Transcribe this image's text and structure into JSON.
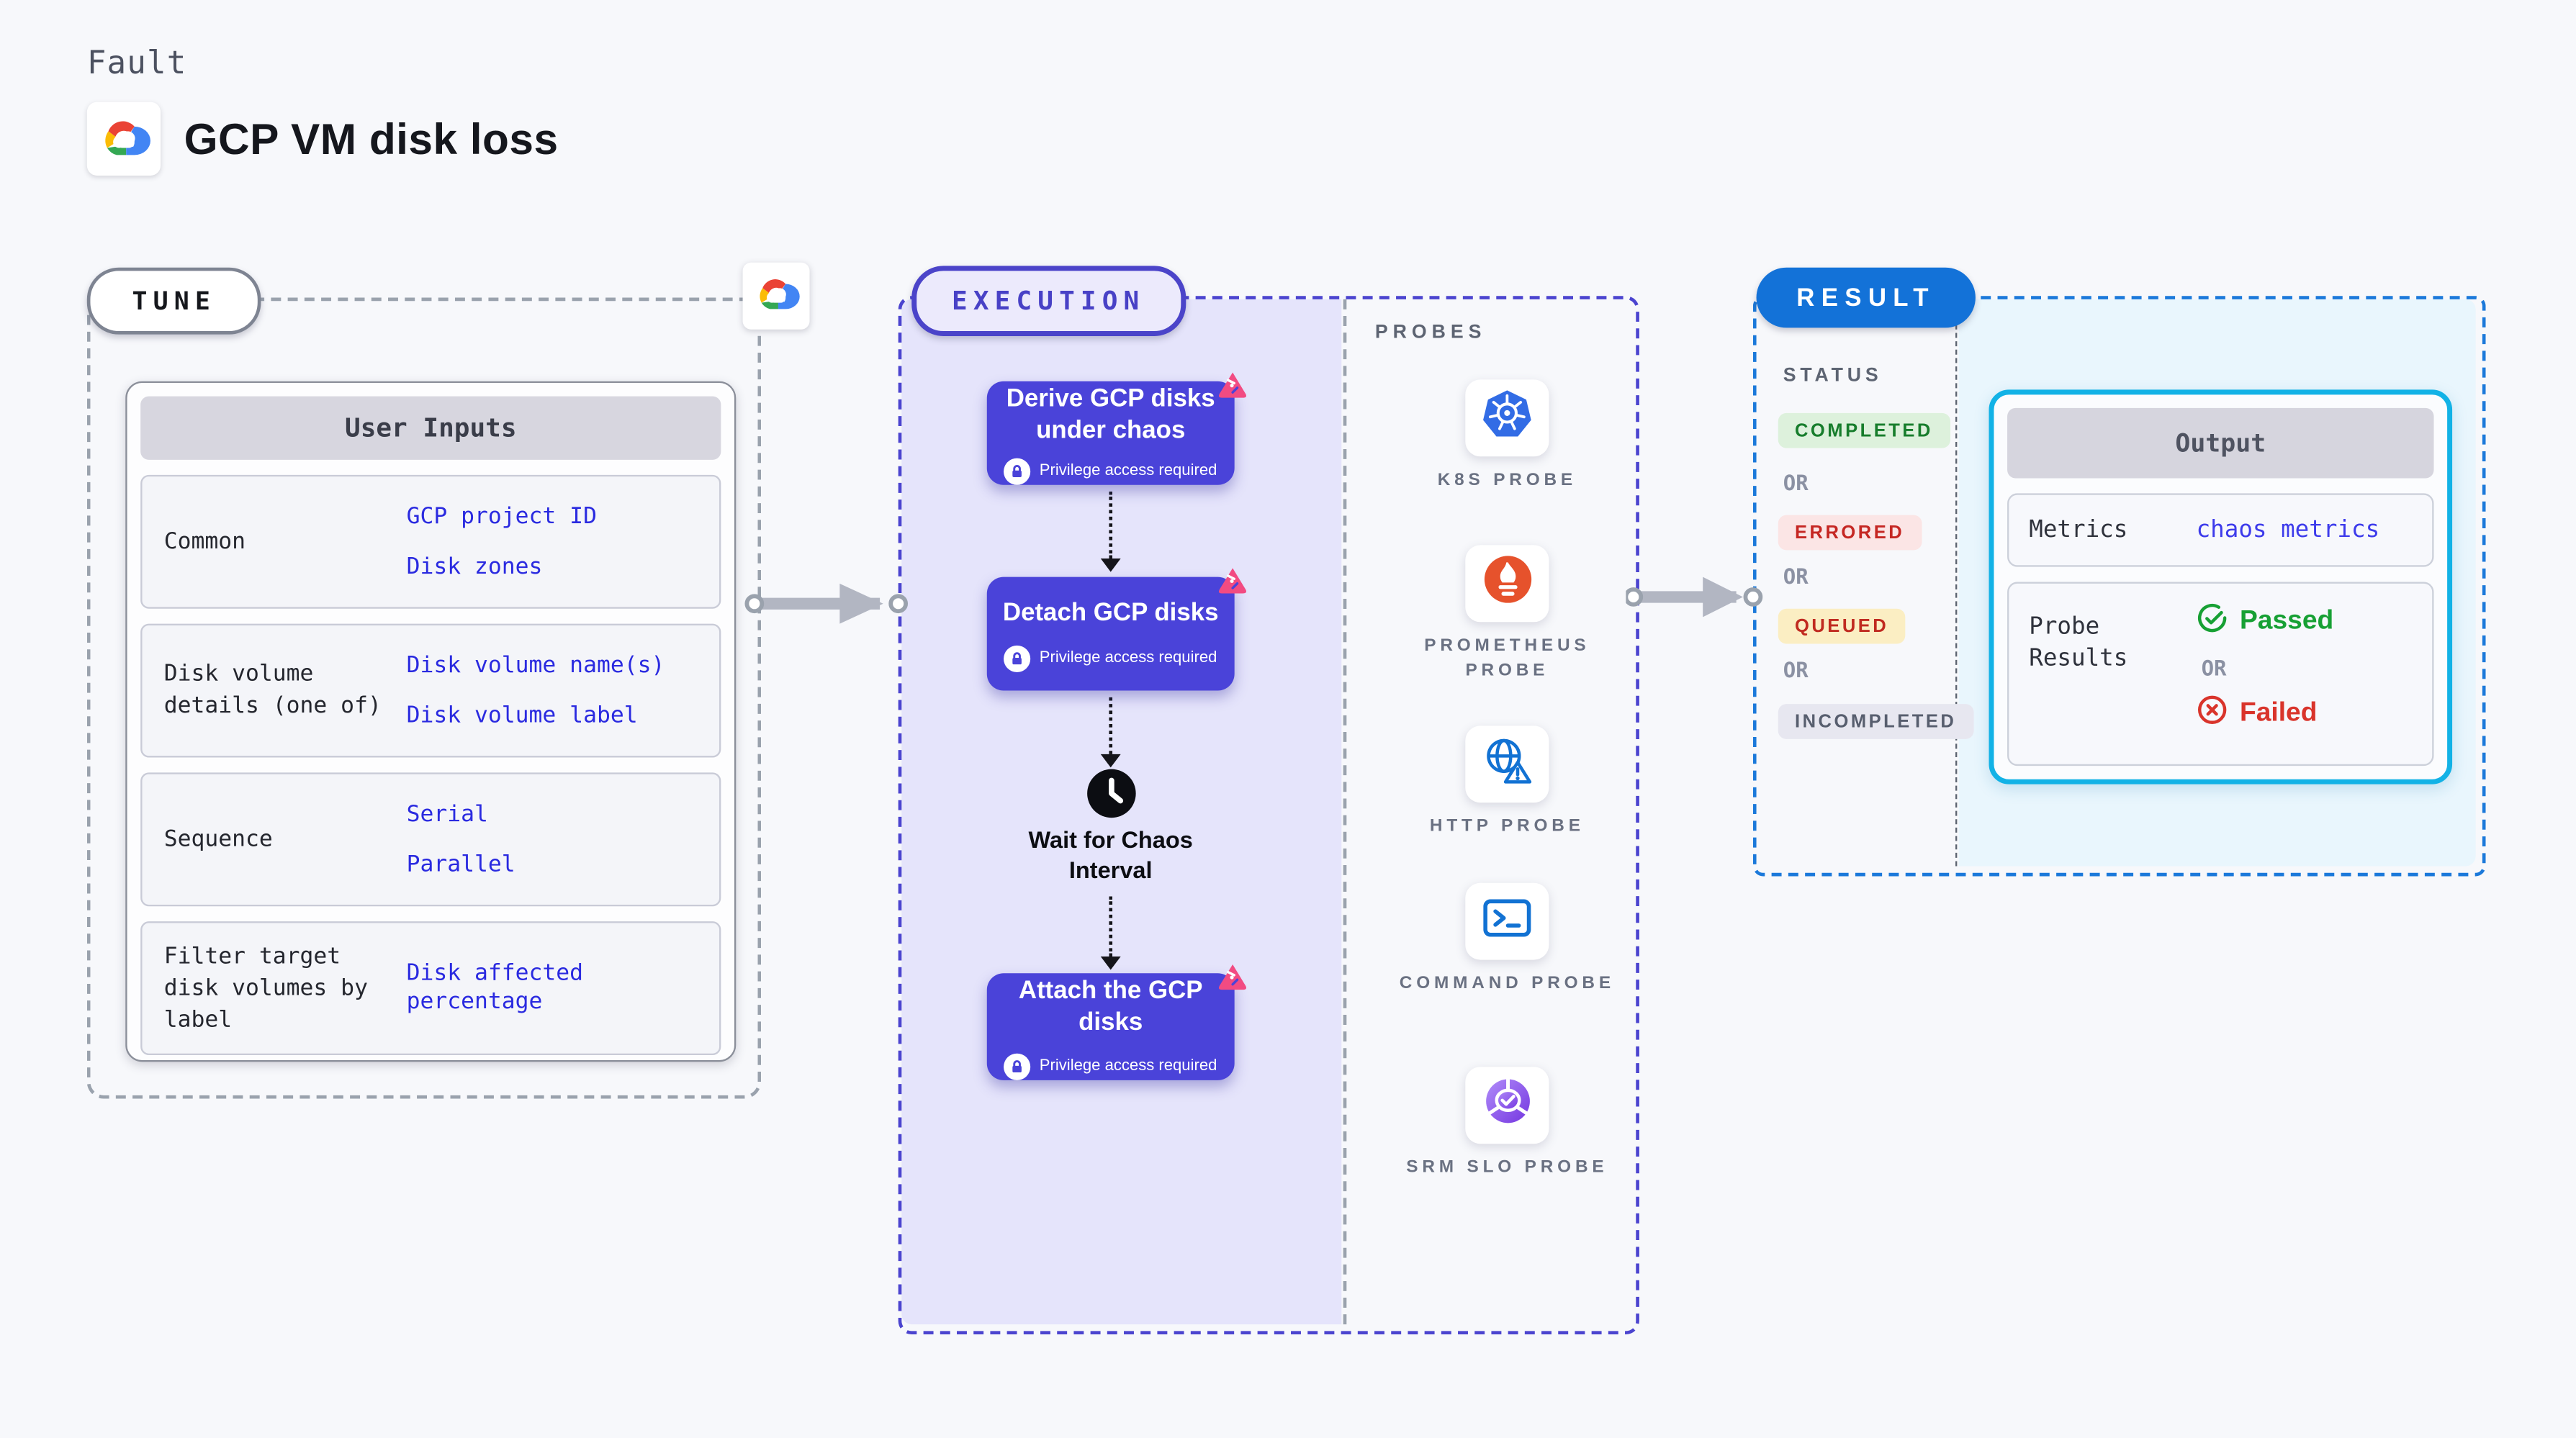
{
  "page": {
    "kicker": "Fault",
    "title": "GCP VM disk loss"
  },
  "tune": {
    "pill": "TUNE",
    "user_inputs_header": "User Inputs",
    "rows": [
      {
        "label": "Common",
        "values": [
          "GCP project ID",
          "Disk zones"
        ]
      },
      {
        "label": "Disk volume details (one of)",
        "values": [
          "Disk volume name(s)",
          "Disk volume label"
        ]
      },
      {
        "label": "Sequence",
        "values": [
          "Serial",
          "Parallel"
        ]
      },
      {
        "label": "Filter target disk volumes by label",
        "values": [
          "Disk affected percentage"
        ]
      }
    ]
  },
  "execution": {
    "pill": "EXECUTION",
    "privilege_label": "Privilege access required",
    "steps": [
      {
        "title": "Derive GCP disks under chaos"
      },
      {
        "title": "Detach GCP disks"
      },
      {
        "title": "Attach the GCP disks"
      }
    ],
    "wait_label": "Wait for Chaos Interval"
  },
  "probes": {
    "heading": "PROBES",
    "items": [
      {
        "label": "K8S PROBE",
        "icon": "kubernetes-icon"
      },
      {
        "label": "PROMETHEUS PROBE",
        "icon": "prometheus-icon"
      },
      {
        "label": "HTTP PROBE",
        "icon": "http-globe-icon"
      },
      {
        "label": "COMMAND PROBE",
        "icon": "terminal-icon"
      },
      {
        "label": "SRM SLO PROBE",
        "icon": "slo-pie-icon"
      }
    ]
  },
  "result": {
    "pill": "RESULT",
    "status_heading": "STATUS",
    "or_label": "OR",
    "statuses": [
      {
        "label": "COMPLETED",
        "fg": "#177d2c",
        "bg": "#ddf1dc"
      },
      {
        "label": "ERRORED",
        "fg": "#c52723",
        "bg": "#fbe5e5"
      },
      {
        "label": "QUEUED",
        "fg": "#c02a20",
        "bg": "#fbeec3"
      },
      {
        "label": "INCOMPLETED",
        "fg": "#575e6e",
        "bg": "#e7e7f0"
      }
    ],
    "output": {
      "header": "Output",
      "metrics_label": "Metrics",
      "metrics_link": "chaos metrics",
      "probe_results_label": "Probe Results",
      "passed": "Passed",
      "or_label": "OR",
      "failed": "Failed"
    }
  },
  "colors": {
    "page_bg": "#f7f8fb",
    "accent_indigo": "#4a43d9",
    "execution_fill": "#e5e4fb",
    "result_blue": "#1372d8",
    "result_fill": "#e9f6fd",
    "output_cyan_border": "#12b2e6",
    "link_blue": "#2a2ae0",
    "passed_green": "#17a034",
    "failed_red": "#d9342b",
    "badge_pink": "#f24b82",
    "arrow_gray": "#b2b6c2",
    "k8s_blue": "#326ce5",
    "prometheus_orange": "#e6522c"
  }
}
